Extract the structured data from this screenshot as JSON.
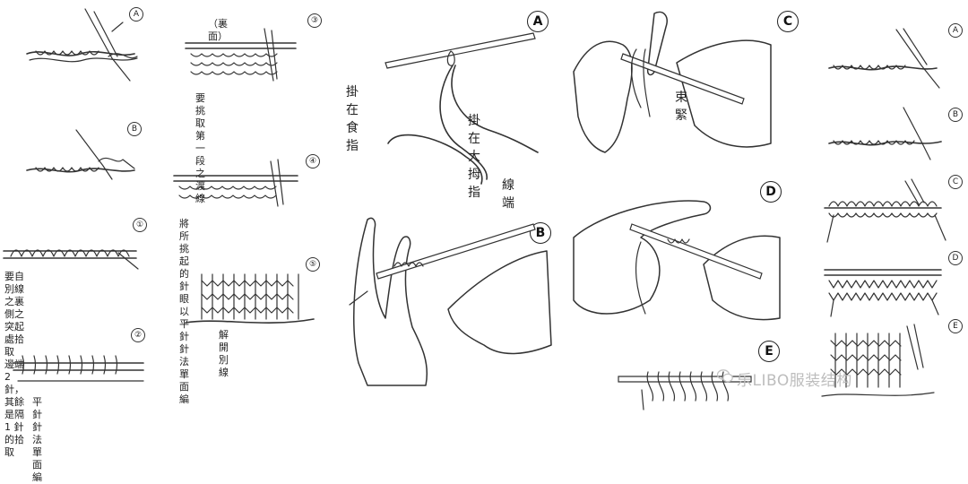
{
  "left_steps": {
    "markers": [
      "A",
      "B",
      "①",
      "②"
    ],
    "step1_text": "要自別線之裏側之\n突起處拾取 邊端 2 針，\n其餘是隔 1 針的拾取",
    "step2_text": "平針針法單面編"
  },
  "mid_steps": {
    "markers": [
      "③",
      "④",
      "⑤"
    ],
    "step3_header": "（裏面）",
    "step3_text": "要挑取第一段之渡線",
    "step4_text": "將所挑起的針眼以平針\n針法單面編",
    "step5_text": "解開別線"
  },
  "center_panel": {
    "markers": [
      "A",
      "B",
      "C",
      "D",
      "E"
    ],
    "label_index_finger": "掛在食指",
    "label_thumb": "掛在大拇指",
    "label_yarn_end": "線端",
    "label_tighten": "束\n緊"
  },
  "right_steps": {
    "markers": [
      "A",
      "B",
      "C",
      "D",
      "E"
    ]
  },
  "watermark": {
    "text": "乐LIBO服装结构",
    "icon": "wechat-icon"
  }
}
